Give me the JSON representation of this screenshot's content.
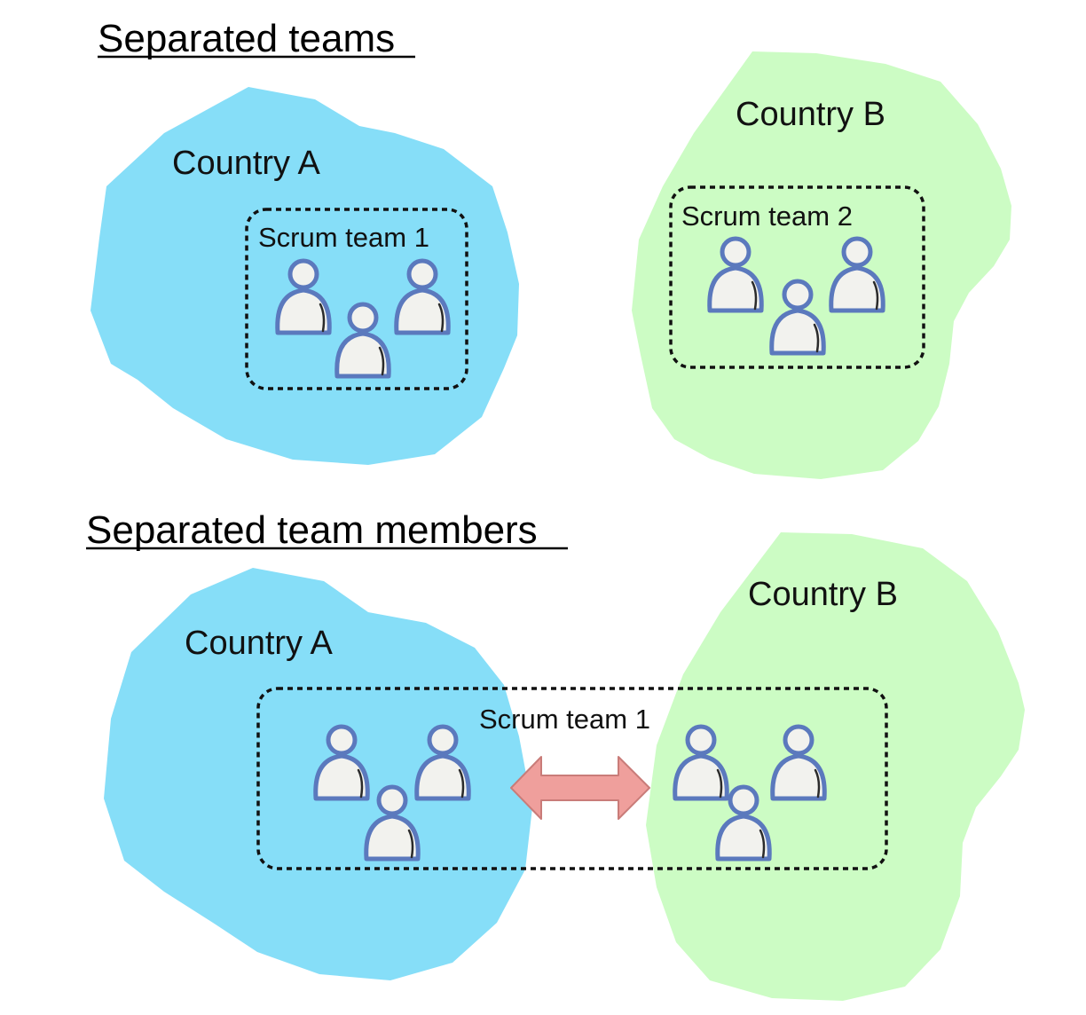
{
  "colors": {
    "country_a": "#86def8",
    "country_b": "#ccfcc4",
    "person_outline": "#5b79bd",
    "person_fill": "#f2f2ee",
    "arrow_fill": "#ef9f9c",
    "arrow_stroke": "#c97c79"
  },
  "sections": [
    {
      "title": "Separated teams",
      "regions": [
        {
          "label": "Country A"
        },
        {
          "label": "Country B"
        }
      ],
      "teams": [
        {
          "label": "Scrum team 1",
          "members": 3
        },
        {
          "label": "Scrum team 2",
          "members": 3
        }
      ]
    },
    {
      "title": "Separated team members",
      "regions": [
        {
          "label": "Country A"
        },
        {
          "label": "Country B"
        }
      ],
      "teams": [
        {
          "label": "Scrum team 1",
          "members": 6
        }
      ],
      "connector": "double-arrow-icon"
    }
  ]
}
